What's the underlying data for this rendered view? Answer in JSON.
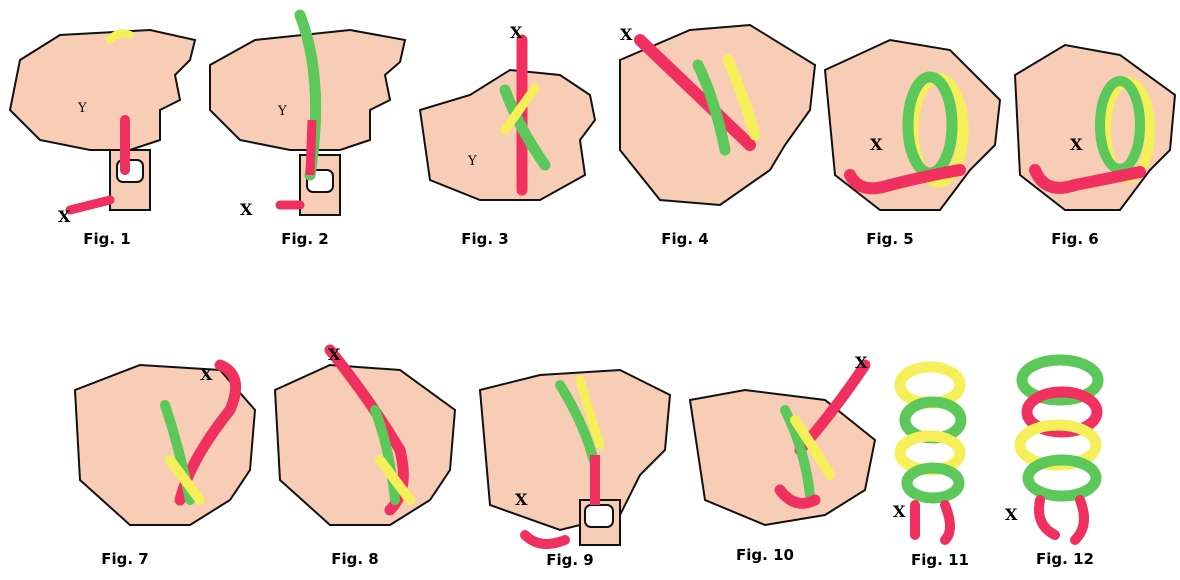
{
  "figures": [
    {
      "caption": "Fig. 1"
    },
    {
      "caption": "Fig. 2"
    },
    {
      "caption": "Fig. 3"
    },
    {
      "caption": "Fig. 4"
    },
    {
      "caption": "Fig. 5"
    },
    {
      "caption": "Fig. 6"
    },
    {
      "caption": "Fig. 7"
    },
    {
      "caption": "Fig. 8"
    },
    {
      "caption": "Fig. 9"
    },
    {
      "caption": "Fig. 10"
    },
    {
      "caption": "Fig. 11"
    },
    {
      "caption": "Fig. 12"
    }
  ],
  "markers": {
    "x": "X",
    "y": "Y"
  },
  "colors": {
    "skin": "#f8cdb6",
    "outline": "#111111",
    "red_cord": "#f0315f",
    "green_cord": "#5cc85a",
    "yellow_cord": "#f5ef5a",
    "nail": "#ffffff"
  }
}
